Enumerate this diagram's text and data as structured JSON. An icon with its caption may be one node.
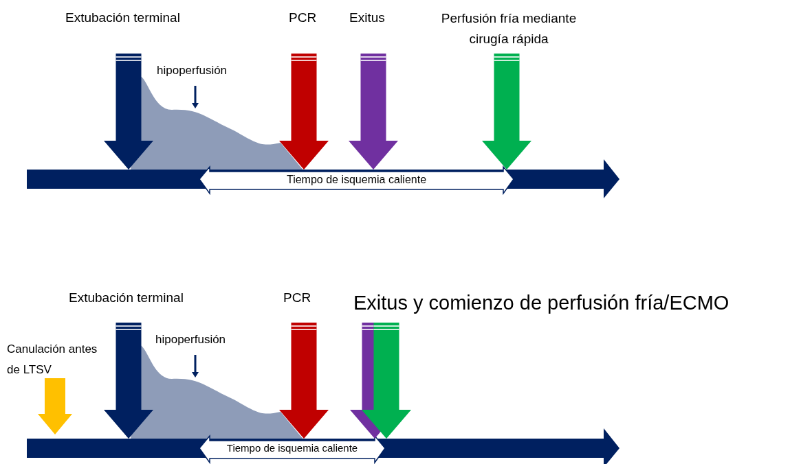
{
  "diagram": {
    "labels": [
      "Extubación terminal",
      "PCR",
      "Exitus",
      "Perfusión fría mediante cirugía rápida",
      "hipoperfusión",
      "Tiempo de isquemia caliente",
      "Extubación terminal",
      "PCR",
      "Exitus y comienzo de perfusión fría/ECMO",
      "Canulación antes de LTSV",
      "hipoperfusión",
      "Tiempo de isquemia caliente"
    ]
  }
}
